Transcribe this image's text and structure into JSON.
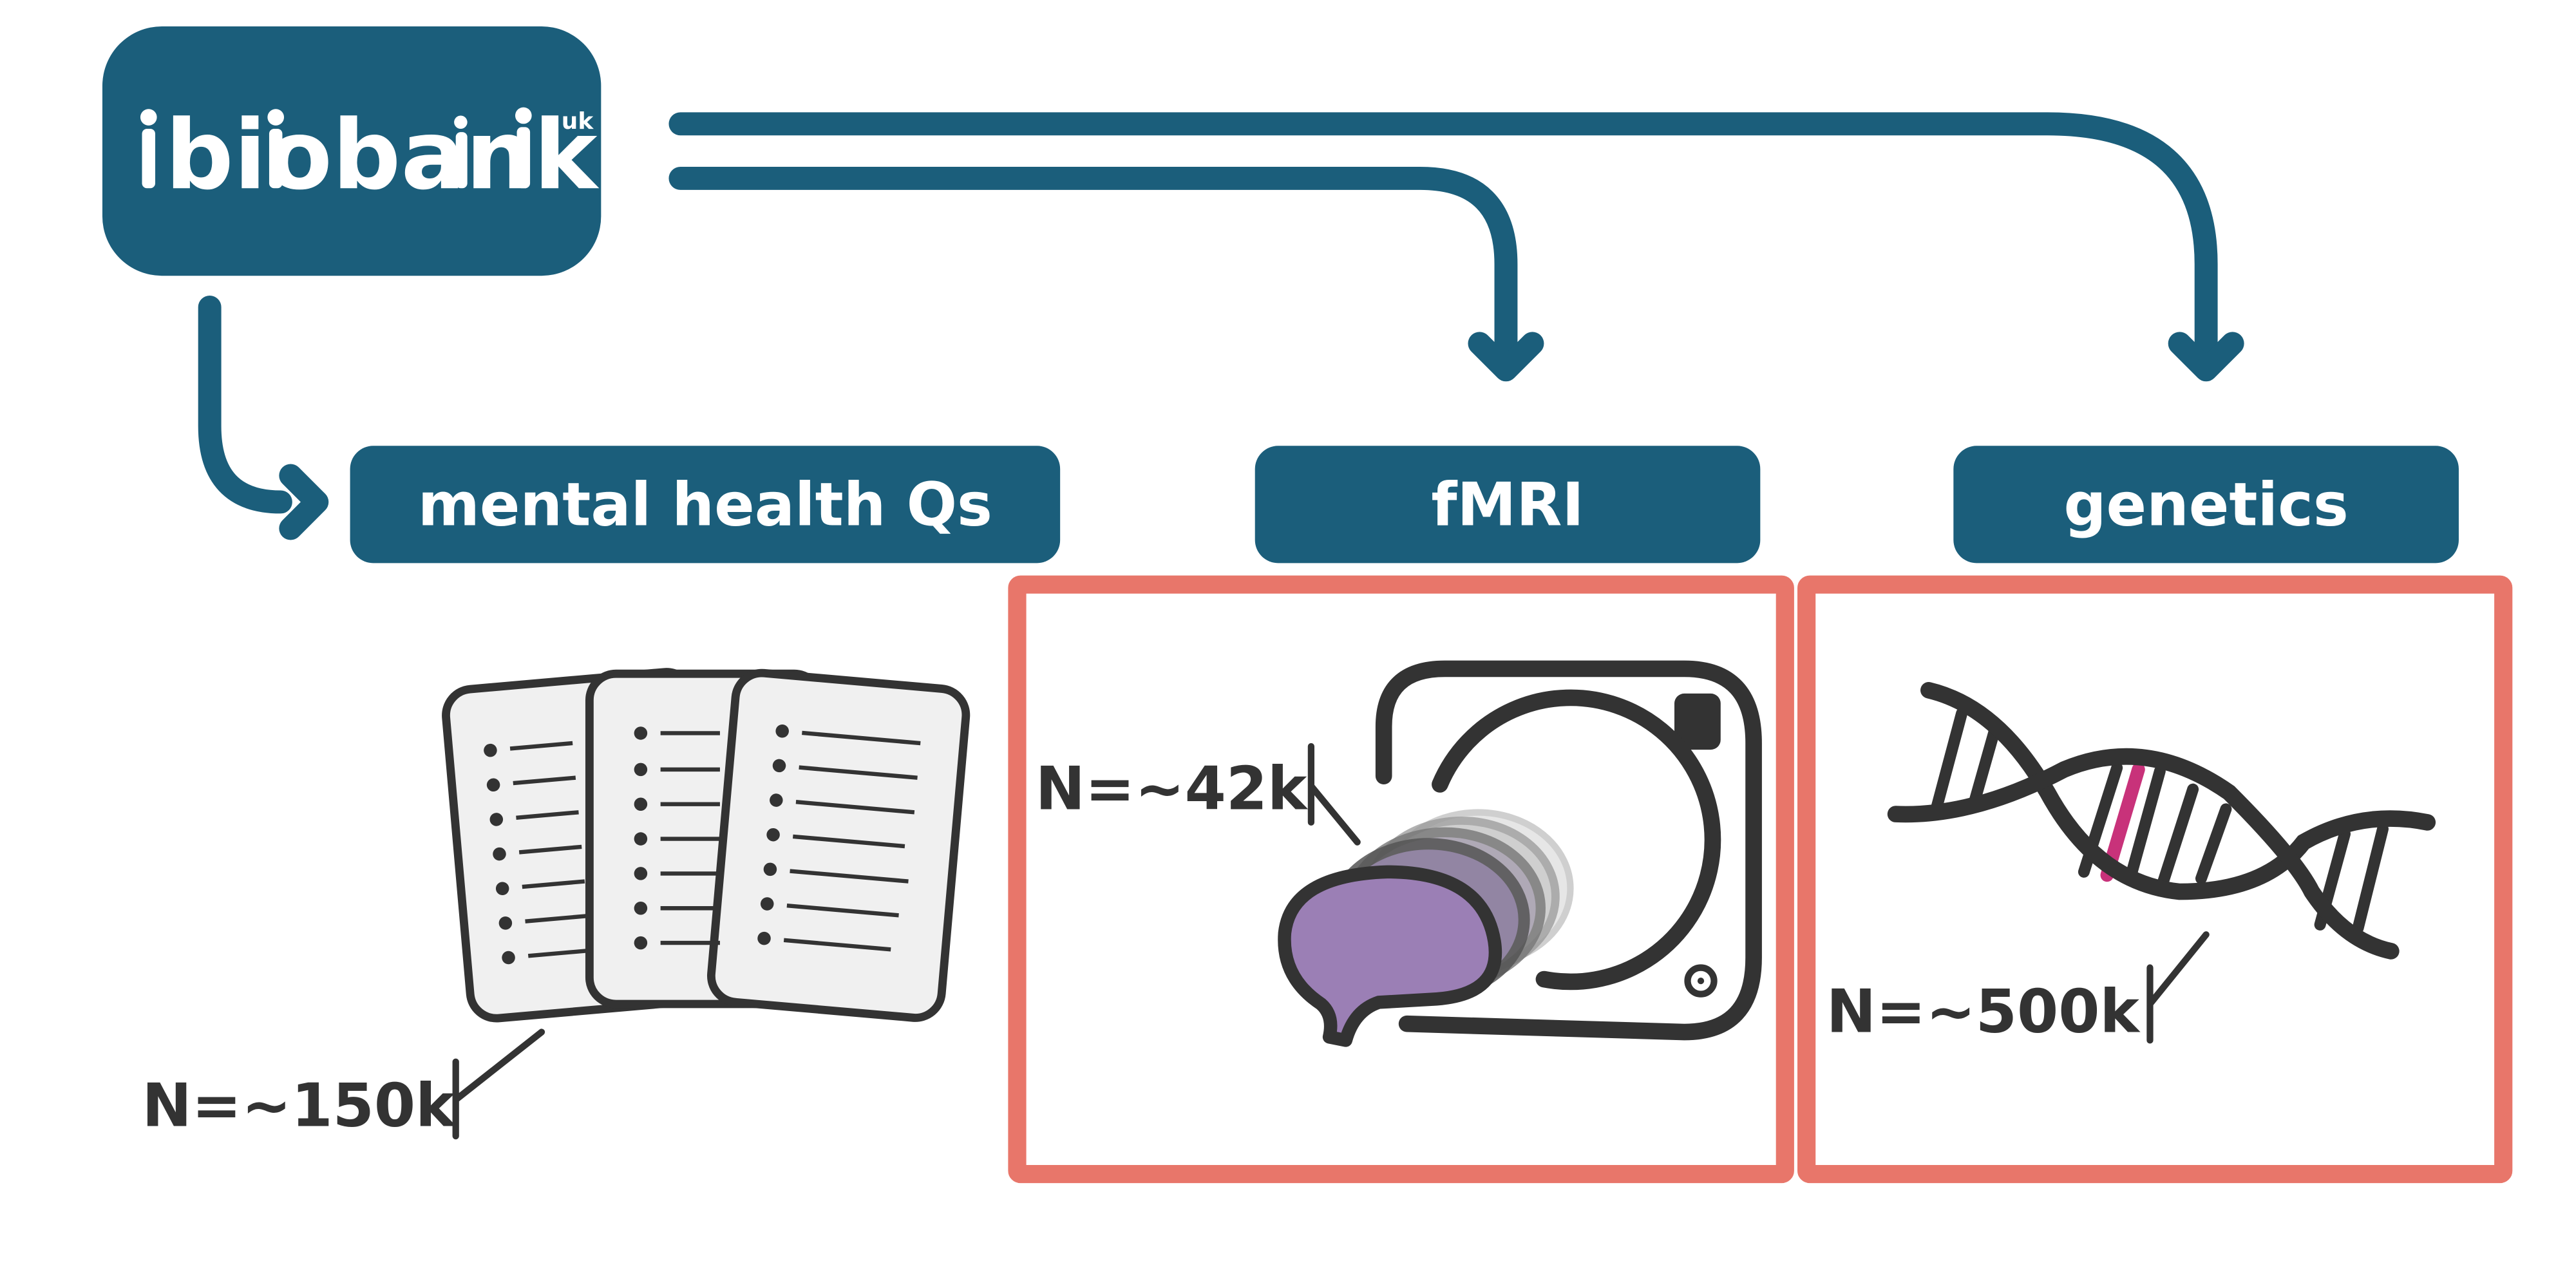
{
  "logo": {
    "text": "biobank",
    "superscript": "uk"
  },
  "categories": [
    {
      "id": "mental_health",
      "label": "mental health Qs",
      "n_label": "N=~150k",
      "highlighted": false,
      "icon": "questionnaire-icon"
    },
    {
      "id": "fmri",
      "label": "fMRI",
      "n_label": "N=~42k",
      "highlighted": true,
      "icon": "mri-scanner-icon"
    },
    {
      "id": "genetics",
      "label": "genetics",
      "n_label": "N=~500k",
      "highlighted": true,
      "icon": "dna-icon"
    }
  ],
  "colors": {
    "brand": "#1b5e7b",
    "highlight_border": "#e8766a",
    "ink": "#333333",
    "paper": "#f0f0f0",
    "brain": "#9b7fb5",
    "gene_marker": "#c8327a"
  }
}
